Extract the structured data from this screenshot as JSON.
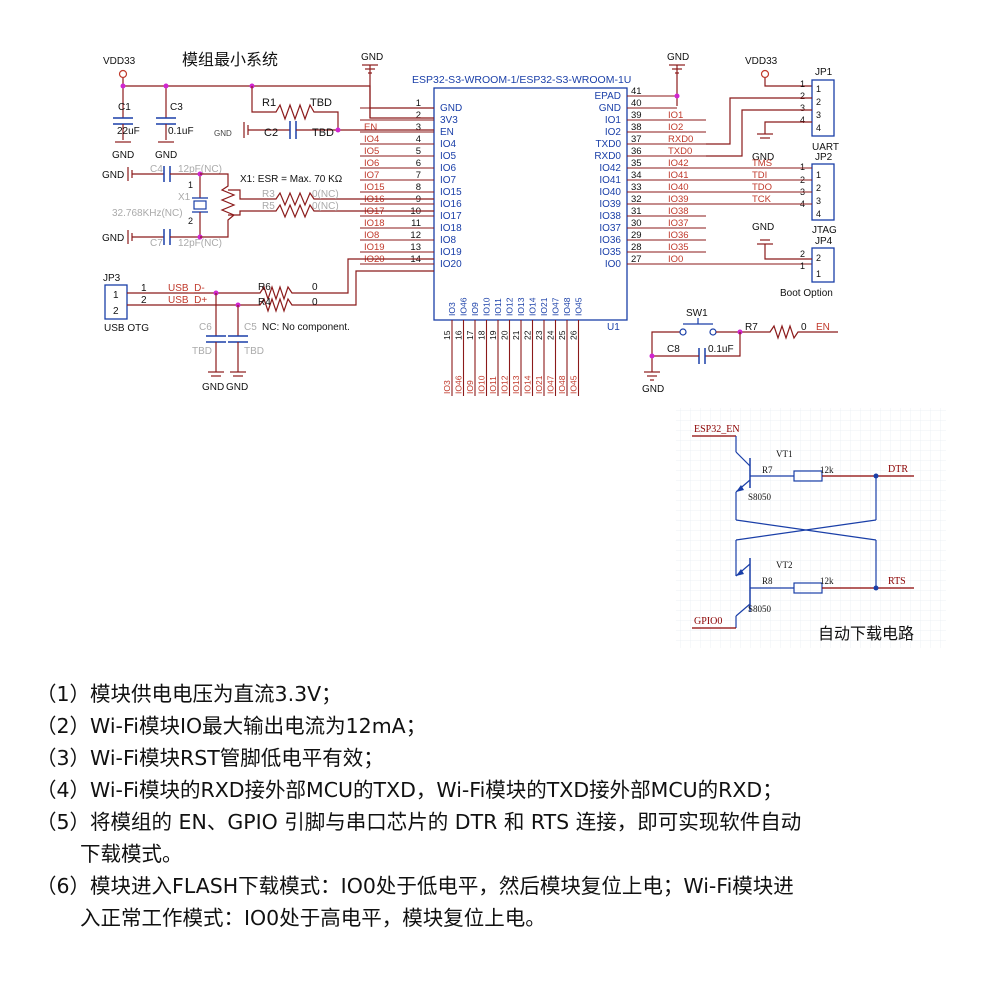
{
  "module_title": "模组最小系统",
  "chip_name": "ESP32-S3-WROOM-1/ESP32-S3-WROOM-1U",
  "chip_ref": "U1",
  "power": {
    "vdd33": "VDD33",
    "gnd": "GND",
    "gnd_label_small": "GND"
  },
  "left_pins": [
    {
      "num": "1",
      "name": "GND",
      "net": ""
    },
    {
      "num": "2",
      "name": "3V3",
      "net": ""
    },
    {
      "num": "3",
      "name": "EN",
      "net": "EN"
    },
    {
      "num": "4",
      "name": "IO4",
      "net": "IO4"
    },
    {
      "num": "5",
      "name": "IO5",
      "net": "IO5"
    },
    {
      "num": "6",
      "name": "IO6",
      "net": "IO6"
    },
    {
      "num": "7",
      "name": "IO7",
      "net": "IO7"
    },
    {
      "num": "8",
      "name": "IO15",
      "net": "IO15"
    },
    {
      "num": "9",
      "name": "IO16",
      "net": "IO16"
    },
    {
      "num": "10",
      "name": "IO17",
      "net": "IO17"
    },
    {
      "num": "11",
      "name": "IO18",
      "net": "IO18"
    },
    {
      "num": "12",
      "name": "IO8",
      "net": "IO8"
    },
    {
      "num": "13",
      "name": "IO19",
      "net": "IO19"
    },
    {
      "num": "14",
      "name": "IO20",
      "net": "IO20"
    }
  ],
  "right_pins": [
    {
      "num": "41",
      "name": "EPAD",
      "net": ""
    },
    {
      "num": "40",
      "name": "GND",
      "net": ""
    },
    {
      "num": "39",
      "name": "IO1",
      "net": "IO1"
    },
    {
      "num": "38",
      "name": "IO2",
      "net": "IO2"
    },
    {
      "num": "37",
      "name": "TXD0",
      "net": "RXD0"
    },
    {
      "num": "36",
      "name": "RXD0",
      "net": "TXD0"
    },
    {
      "num": "35",
      "name": "IO42",
      "net": "IO42"
    },
    {
      "num": "34",
      "name": "IO41",
      "net": "IO41"
    },
    {
      "num": "33",
      "name": "IO40",
      "net": "IO40"
    },
    {
      "num": "32",
      "name": "IO39",
      "net": "IO39"
    },
    {
      "num": "31",
      "name": "IO38",
      "net": "IO38"
    },
    {
      "num": "30",
      "name": "IO37",
      "net": "IO37"
    },
    {
      "num": "29",
      "name": "IO36",
      "net": "IO36"
    },
    {
      "num": "28",
      "name": "IO35",
      "net": "IO35"
    },
    {
      "num": "27",
      "name": "IO0",
      "net": "IO0"
    }
  ],
  "jtag_nets": [
    "TMS",
    "TDI",
    "TDO",
    "TCK"
  ],
  "bottom_pins": [
    {
      "num": "15",
      "name": "IO3",
      "net": "IO3"
    },
    {
      "num": "16",
      "name": "IO46",
      "net": "IO46"
    },
    {
      "num": "17",
      "name": "IO9",
      "net": "IO9"
    },
    {
      "num": "18",
      "name": "IO10",
      "net": "IO10"
    },
    {
      "num": "19",
      "name": "IO11",
      "net": "IO11"
    },
    {
      "num": "20",
      "name": "IO12",
      "net": "IO12"
    },
    {
      "num": "21",
      "name": "IO13",
      "net": "IO13"
    },
    {
      "num": "22",
      "name": "IO14",
      "net": "IO14"
    },
    {
      "num": "23",
      "name": "IO21",
      "net": "IO21"
    },
    {
      "num": "24",
      "name": "IO47",
      "net": "IO47"
    },
    {
      "num": "25",
      "name": "IO48",
      "net": "IO48"
    },
    {
      "num": "26",
      "name": "IO45",
      "net": "IO45"
    }
  ],
  "components": {
    "c1": {
      "ref": "C1",
      "value": "22uF"
    },
    "c3": {
      "ref": "C3",
      "value": "0.1uF"
    },
    "r1": {
      "ref": "R1",
      "value": "TBD"
    },
    "c2": {
      "ref": "C2",
      "value": "TBD"
    },
    "c4": {
      "ref": "C4",
      "value": "12pF(NC)"
    },
    "c7": {
      "ref": "C7",
      "value": "12pF(NC)"
    },
    "x1": {
      "ref": "X1",
      "value": "32.768KHz(NC)",
      "note": "X1: ESR = Max. 70 KΩ"
    },
    "r3": {
      "ref": "R3",
      "value": "0(NC)"
    },
    "r5": {
      "ref": "R5",
      "value": "0(NC)"
    },
    "r6": {
      "ref": "R6",
      "value": "0"
    },
    "r4": {
      "ref": "R4",
      "value": "0"
    },
    "c6": {
      "ref": "C6",
      "value": "TBD"
    },
    "c5": {
      "ref": "C5",
      "value": "TBD"
    },
    "nc_note": "NC: No component.",
    "sw1": {
      "ref": "SW1"
    },
    "r7": {
      "ref": "R7",
      "value": "0"
    },
    "c8": {
      "ref": "C8",
      "value": "0.1uF"
    }
  },
  "usb": {
    "dminus": "USB_D-",
    "dplus": "USB_D+",
    "jp_ref": "JP3",
    "jp_label": "USB OTG"
  },
  "connectors": {
    "jp1": {
      "ref": "JP1",
      "label": "UART"
    },
    "jp2": {
      "ref": "JP2",
      "label": "JTAG"
    },
    "jp4": {
      "ref": "JP4",
      "label": "Boot Option"
    }
  },
  "auto_download": {
    "title": "自动下载电路",
    "esp32_en": "ESP32_EN",
    "gpio0": "GPIO0",
    "vt1": "VT1",
    "vt2": "VT2",
    "r7": "R7",
    "r8": "R8",
    "r_value": "12k",
    "dtr": "DTR",
    "rts": "RTS",
    "transistor": "S8050"
  },
  "notes": [
    "（1）模块供电电压为直流3.3V；",
    "（2）Wi-Fi模块IO最大输出电流为12mA；",
    "（3）Wi-Fi模块RST管脚低电平有效；",
    "（4）Wi-Fi模块的RXD接外部MCU的TXD，Wi-Fi模块的TXD接外部MCU的RXD；",
    "（5）将模组的 EN、GPIO 引脚与串口芯片的 DTR 和 RTS 连接，即可实现软件自动",
    "下载模式。",
    "（6）模块进入FLASH下载模式：IO0处于低电平，然后模块复位上电；Wi-Fi模块进",
    "入正常工作模式：IO0处于高电平，模块复位上电。"
  ]
}
